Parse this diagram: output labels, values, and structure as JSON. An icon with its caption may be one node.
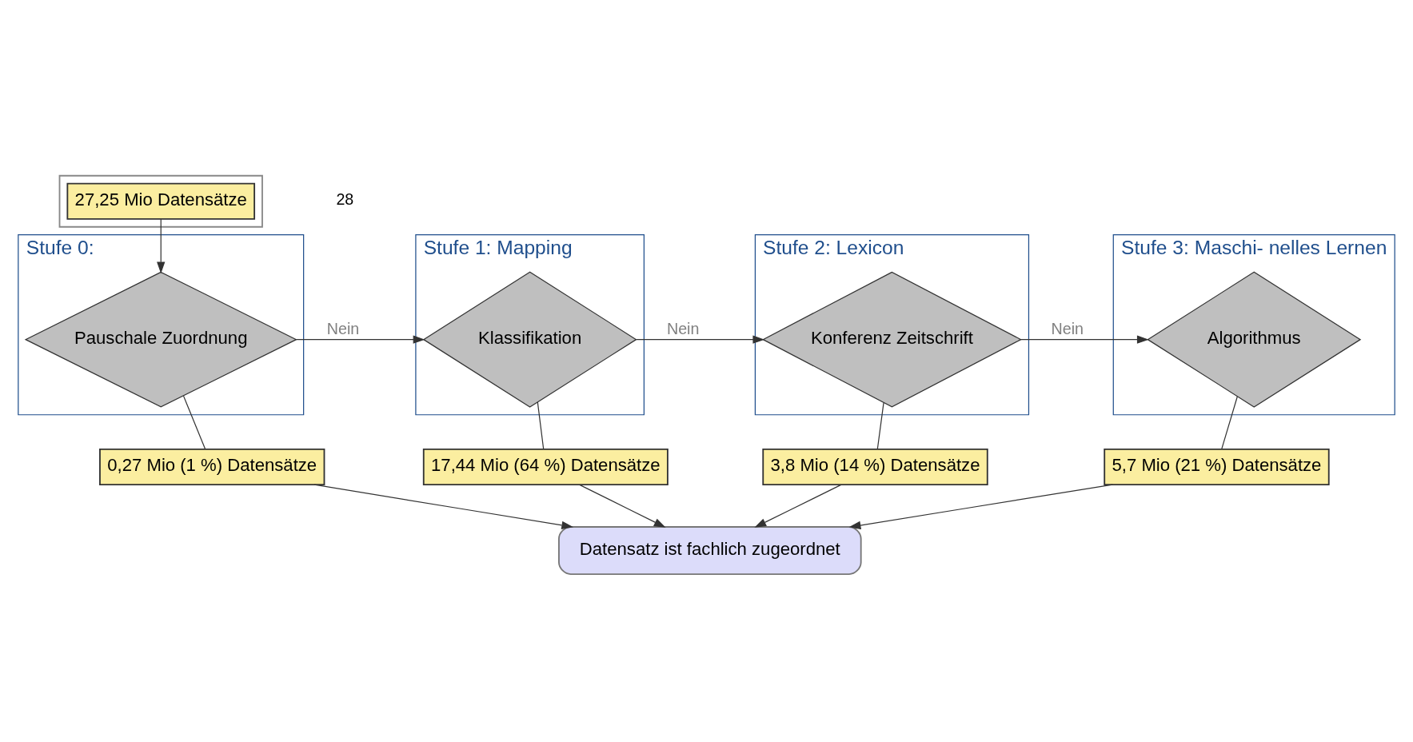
{
  "diagram": {
    "nodes": [
      {
        "text": [],
        "shape": "parallelogram"
      },
      {
        "text": [
          "27,25 Mio Datensätze"
        ],
        "in": 0
      },
      {
        "text": [
          "Stufe 0:"
        ]
      },
      {
        "text": [
          "Pauschale Zuordnung"
        ],
        "in": 2
      },
      {
        "text": [
          "0,27 Mio (1 %) Datensätze"
        ]
      },
      {
        "text": [
          "Stufe 1: Mapping"
        ]
      },
      {
        "text": [
          "Klassifikation"
        ],
        "in": 5
      },
      {
        "text": [
          "17,44 Mio (64 %) Datensätze"
        ]
      },
      {
        "text": [
          "Stufe 2: Lexicon"
        ]
      },
      {
        "text": [
          "Konferenz Zeitschrift"
        ],
        "in": 8
      },
      {
        "text": [
          "3,8 Mio (14 %) Datensätze"
        ]
      },
      {
        "text": [
          "Stufe 3: Maschi- nelles Lernen"
        ]
      },
      {
        "text": [
          "Algorithmus"
        ],
        "in": 11
      },
      {
        "text": [
          "5,7 Mio (21 %) Datensätze"
        ]
      },
      {
        "text": [
          "Datensatz ist fachlich zugeordnet"
        ]
      }
    ],
    "edges": [
      {
        "from": 1,
        "to": 3,
        "arrow": "to"
      },
      {
        "from": 3,
        "to": 6,
        "arrow": "to",
        "label": "Nein"
      },
      {
        "from": 6,
        "to": 9,
        "arrow": "to",
        "label": "Nein"
      },
      {
        "from": 9,
        "to": 12,
        "arrow": "to",
        "label": "Nein"
      },
      {
        "from": 3,
        "to": 4,
        "arrow": "none"
      },
      {
        "from": 6,
        "to": 7,
        "arrow": "none"
      },
      {
        "from": 9,
        "to": 10,
        "arrow": "none"
      },
      {
        "from": 12,
        "to": 13,
        "arrow": "none"
      },
      {
        "from": 4,
        "to": 14,
        "arrow": "to"
      },
      {
        "from": 7,
        "to": 14,
        "arrow": "to"
      },
      {
        "from": 10,
        "to": 14,
        "arrow": "to"
      },
      {
        "from": 13,
        "to": 14,
        "arrow": "to"
      }
    ],
    "labels": [
      "28"
    ]
  }
}
